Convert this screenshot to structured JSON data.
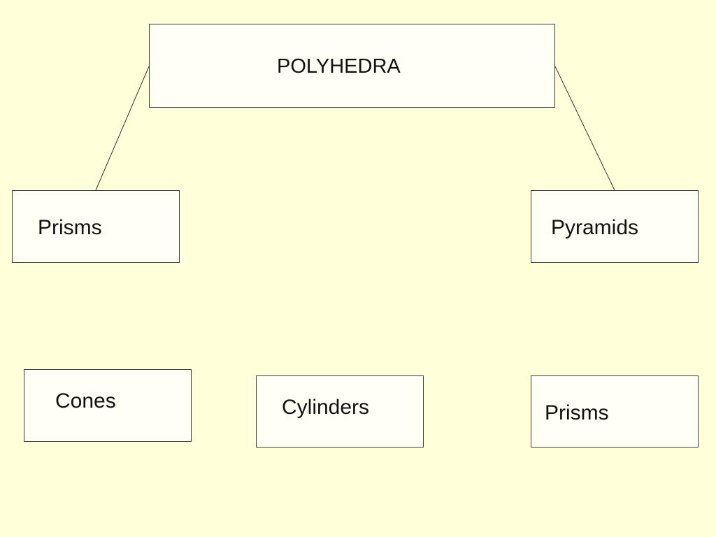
{
  "diagram": {
    "root": {
      "label": "POLYHEDRA"
    },
    "level1": [
      {
        "label": "Prisms"
      },
      {
        "label": "Pyramids"
      }
    ],
    "level2": [
      {
        "label": "Cones"
      },
      {
        "label": "Cylinders"
      },
      {
        "label": "Prisms"
      }
    ],
    "connections": [
      {
        "from": "POLYHEDRA",
        "to": "Prisms"
      },
      {
        "from": "POLYHEDRA",
        "to": "Pyramids"
      }
    ]
  },
  "colors": {
    "background": "#ffffd9",
    "box_fill": "#fffff6",
    "box_border": "#3a3a3a",
    "text": "#111111"
  }
}
